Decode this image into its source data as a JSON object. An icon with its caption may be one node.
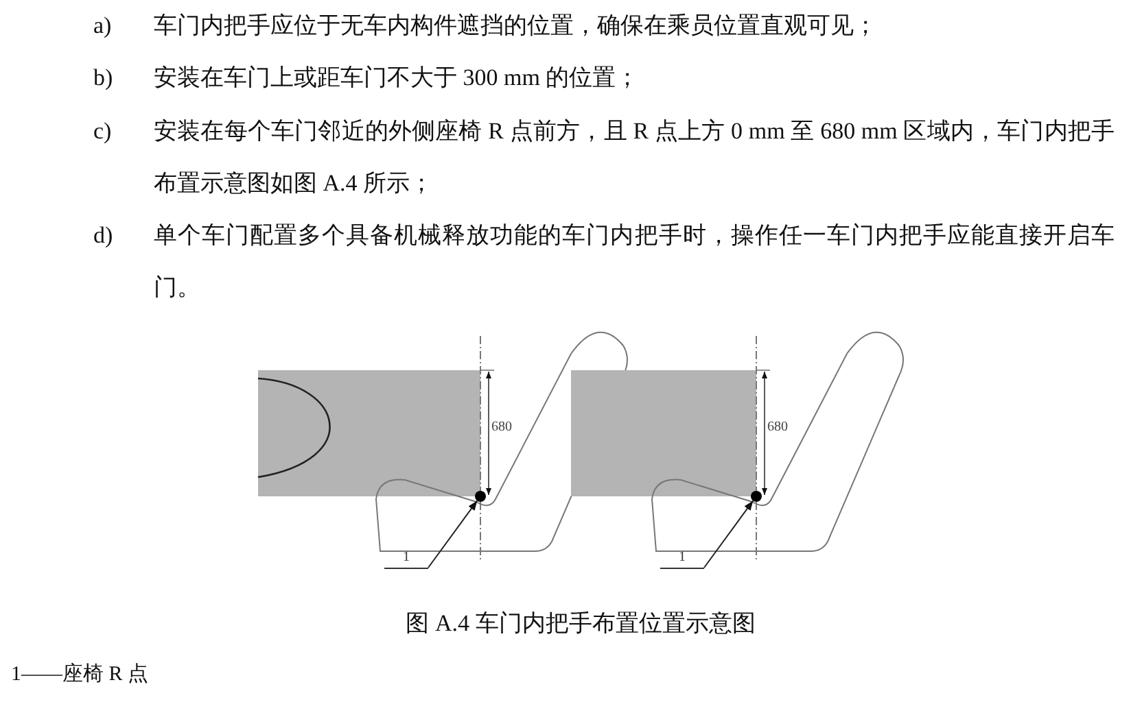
{
  "diagram": {
    "caption": "图 A.4 车门内把手布置位置示意图",
    "nodes": [
      {
        "text": [
          "1"
        ]
      },
      {
        "text": [],
        "shape": "circle"
      },
      {
        "text": [
          "1"
        ]
      },
      {
        "text": [],
        "shape": "circle"
      }
    ],
    "edges": [
      {
        "from": 0,
        "to": 1,
        "arrow": "to"
      },
      {
        "from": 2,
        "to": 3,
        "arrow": "to"
      }
    ],
    "labels": [
      "a)",
      "车门内把手应位于无车内构件遮挡的位置，确保在乘员位置直观可见；",
      "b)",
      "安装在车门上或距车门不大于 300 mm 的位置；",
      "c)",
      "安装在每个车门邻近的外侧座椅 R 点前方，且 R 点上方 0 mm 至 680 mm 区域内，车门内把手布置示意图如图 A.4 所示；",
      "d)",
      "单个车门配置多个具备机械释放功能的车门内把手时，操作任一车门内把手应能直接开启车门。",
      "680",
      "680",
      "1——座椅 R 点"
    ]
  }
}
